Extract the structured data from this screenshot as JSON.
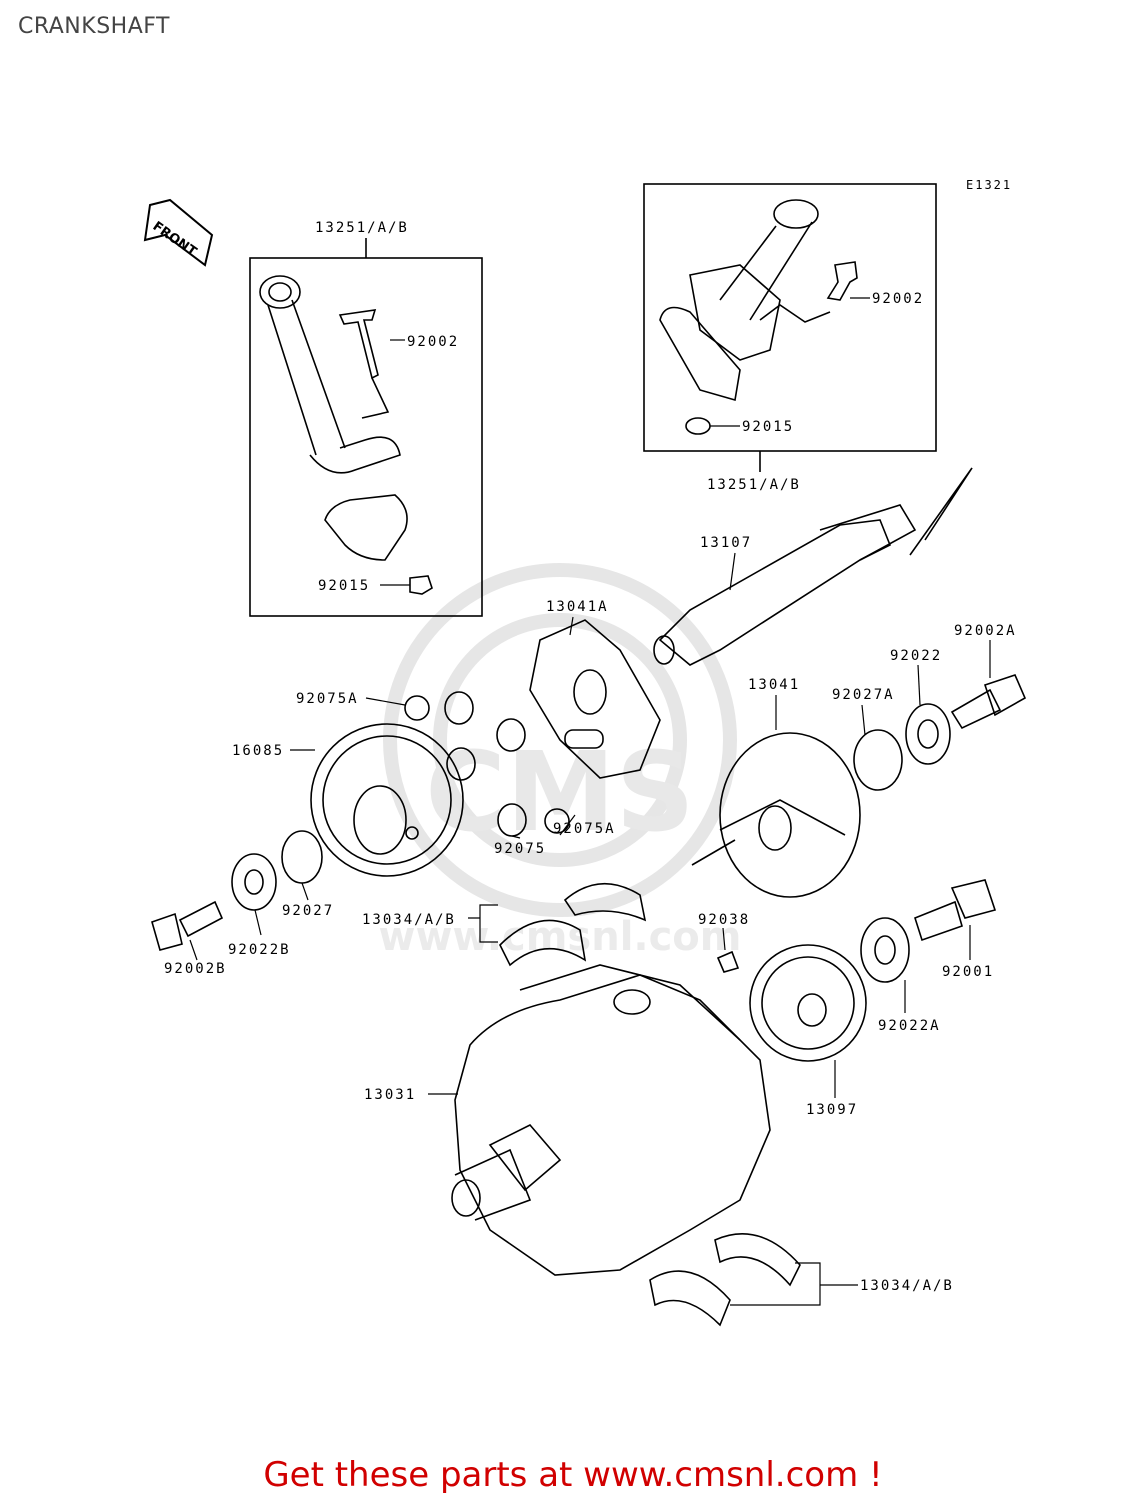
{
  "page": {
    "title": "CRANKSHAFT",
    "diagram_code": "E1321",
    "front_label": "FRONT",
    "footer": "Get these parts at www.cmsnl.com !"
  },
  "watermark": {
    "brand": "CMS",
    "url": "www.cmsnl.com"
  },
  "parts": {
    "p13251_left": "13251/A/B",
    "p92002_left": "92002",
    "p92015_left": "92015",
    "p92002_right": "92002",
    "p92015_right": "92015",
    "p13251_right": "13251/A/B",
    "p13107": "13107",
    "p13041A": "13041A",
    "p92002A": "92002A",
    "p92022": "92022",
    "p13041": "13041",
    "p92027A": "92027A",
    "p92075A_top": "92075A",
    "p16085": "16085",
    "p92075A_bottom": "92075A",
    "p92075": "92075",
    "p92027": "92027",
    "p13034_upper": "13034/A/B",
    "p92002B": "92002B",
    "p92022B": "92022B",
    "p92038": "92038",
    "p92001": "92001",
    "p92022A": "92022A",
    "p13097": "13097",
    "p13031": "13031",
    "p13034_lower": "13034/A/B"
  }
}
